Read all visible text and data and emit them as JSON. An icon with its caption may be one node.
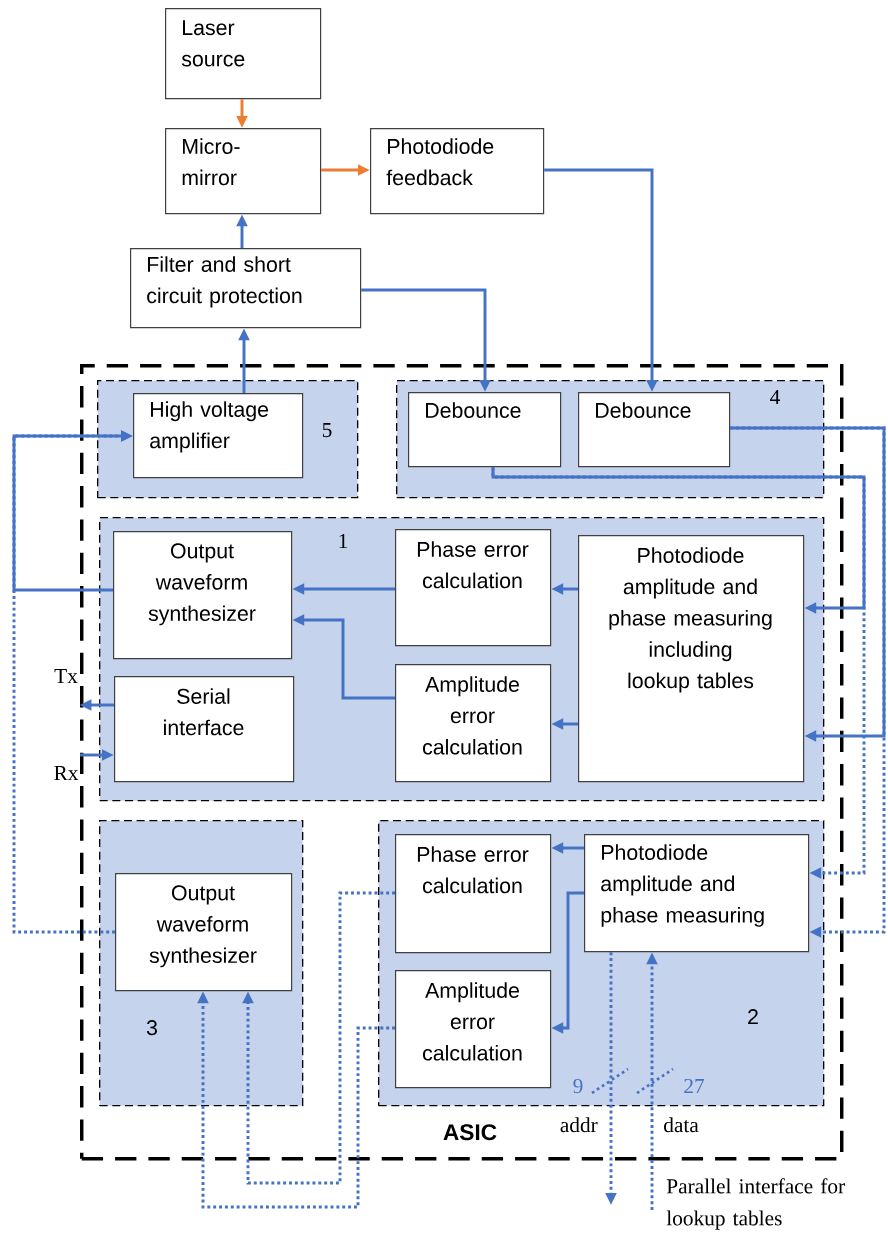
{
  "diagram": {
    "nodes": [
      {
        "text": [
          "Laser source"
        ]
      },
      {
        "text": [
          "Micro-mirror"
        ]
      },
      {
        "text": [
          "Photodiode feedback"
        ]
      },
      {
        "text": [
          "Filter and short circuit protection"
        ]
      },
      {
        "text": [
          "ASIC"
        ]
      },
      {
        "text": [
          "5"
        ],
        "in": 4
      },
      {
        "text": [
          "High voltage amplifier"
        ],
        "in": 5
      },
      {
        "text": [
          "4"
        ],
        "in": 4
      },
      {
        "text": [
          "Debounce"
        ],
        "in": 7
      },
      {
        "text": [
          "Debounce"
        ],
        "in": 7
      },
      {
        "text": [
          "1"
        ],
        "in": 4
      },
      {
        "text": [
          "Output waveform synthesizer"
        ],
        "in": 10
      },
      {
        "text": [
          "Serial interface"
        ],
        "in": 10
      },
      {
        "text": [
          "Phase error calculation"
        ],
        "in": 10
      },
      {
        "text": [
          "Amplitude error calculation"
        ],
        "in": 10
      },
      {
        "text": [
          "Photodiode amplitude and phase measuring including lookup tables"
        ],
        "in": 10
      },
      {
        "text": [
          "3"
        ],
        "in": 4
      },
      {
        "text": [
          "Output waveform synthesizer"
        ],
        "in": 16
      },
      {
        "text": [
          "2"
        ],
        "in": 4
      },
      {
        "text": [
          "Phase error calculation"
        ],
        "in": 18
      },
      {
        "text": [
          "Amplitude error calculation"
        ],
        "in": 18
      },
      {
        "text": [
          "Photodiode amplitude and phase measuring"
        ],
        "in": 18
      },
      {
        "text": [
          "Tx"
        ]
      },
      {
        "text": [
          "Rx"
        ]
      }
    ],
    "edges": [
      {
        "from": 0,
        "to": 1,
        "arrow": "to",
        "color": "#ed7d31"
      },
      {
        "from": 1,
        "to": 2,
        "arrow": "to",
        "color": "#ed7d31"
      },
      {
        "from": 3,
        "to": 1,
        "arrow": "to"
      },
      {
        "from": 6,
        "to": 3,
        "arrow": "to"
      },
      {
        "from": 3,
        "to": 8,
        "arrow": "to"
      },
      {
        "from": 2,
        "to": 9,
        "arrow": "to"
      },
      {
        "from": 8,
        "to": 15,
        "arrow": "to"
      },
      {
        "from": 9,
        "to": 15,
        "arrow": "to"
      },
      {
        "from": 11,
        "to": 6,
        "arrow": "to"
      },
      {
        "from": 13,
        "to": 11,
        "arrow": "to"
      },
      {
        "from": 14,
        "to": 11,
        "arrow": "to"
      },
      {
        "from": 15,
        "to": 13,
        "arrow": "to"
      },
      {
        "from": 15,
        "to": 14,
        "arrow": "to"
      },
      {
        "from": 12,
        "to": 22,
        "arrow": "to"
      },
      {
        "from": 23,
        "to": 12,
        "arrow": "to"
      },
      {
        "from": 17,
        "to": 6,
        "arrow": "to",
        "style": "dashed"
      },
      {
        "from": 8,
        "to": 21,
        "arrow": "to",
        "style": "dashed"
      },
      {
        "from": 9,
        "to": 21,
        "arrow": "to",
        "style": "dashed"
      },
      {
        "from": 19,
        "to": 17,
        "arrow": "to",
        "style": "dashed"
      },
      {
        "from": 20,
        "to": 17,
        "arrow": "to",
        "style": "dashed"
      },
      {
        "from": 21,
        "to": 19,
        "arrow": "to"
      },
      {
        "from": 21,
        "to": 20,
        "arrow": "to"
      },
      {
        "from": 21,
        "to": null,
        "arrow": "to",
        "style": "dashed"
      },
      {
        "from": null,
        "to": 21,
        "arrow": "to",
        "style": "dashed"
      }
    ],
    "labels": [
      "9",
      "27",
      "addr",
      "data",
      "Parallel interface for lookup tables"
    ]
  }
}
